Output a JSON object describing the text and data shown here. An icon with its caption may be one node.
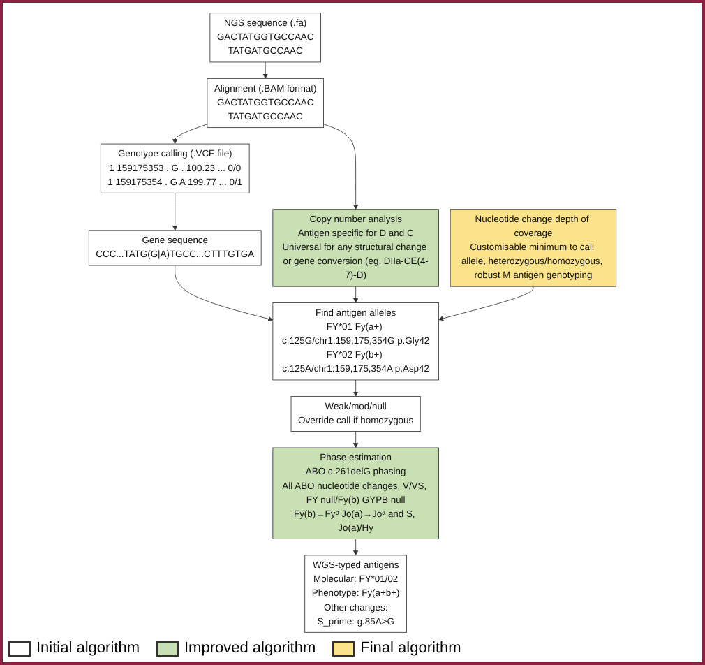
{
  "diagram": {
    "nodes": [
      {
        "text": [
          "NGS sequence (.fa)",
          "GACTATGGTGCCAAC",
          "TATGATGCCAAC"
        ]
      },
      {
        "text": [
          "Alignment (.BAM format)",
          "GACTATGGTGCCAAC",
          "TATGATGCCAAC"
        ]
      },
      {
        "text": [
          "Genotype calling (.VCF file)",
          "1 159175353 . G . 100.23 ... 0/0",
          "1 159175354 . G A 199.77 ... 0/1"
        ]
      },
      {
        "text": [
          "Copy number analysis",
          "Antigen specific for D and C",
          "Universal for any structural change or gene conversion (eg, DIIa-CE(4-7)-D)"
        ]
      },
      {
        "text": [
          "Gene sequence",
          "CCC...TATG(G|A)TGCC...CTTTGTGA"
        ]
      },
      {
        "text": [
          "Find antigen alleles",
          "FY*01 Fy(a+) c.125G/chr1:159,175,354G p.Gly42",
          "FY*02 Fy(b+) c.125A/chr1:159,175,354A p.Asp42"
        ]
      },
      {
        "text": [
          "Nucleotide change depth of coverage",
          "Customisable minimum to call allele, heterozygous/homozygous, robust M antigen genotyping"
        ]
      },
      {
        "text": [
          "Weak/mod/null",
          "Override call if homozygous"
        ]
      },
      {
        "text": [
          "Phase estimation",
          "ABO c.261delG phasing",
          "All ABO nucleotide changes, V/VS, FY null/Fy(b) GYPB null",
          "Fy(b)→Fyᵇ Jo(a)→Joᵃ and S, Jo(a)/Hy"
        ]
      },
      {
        "text": [
          "WGS-typed antigens",
          "Molecular: FY*01/02",
          "Phenotype: Fy(a+b+)",
          "Other changes:",
          "S_prime: g.85A>G"
        ]
      }
    ],
    "edges": [
      {
        "from": 0,
        "to": 1,
        "arrow": "to"
      },
      {
        "from": 1,
        "to": 2,
        "arrow": "to"
      },
      {
        "from": 1,
        "to": 3,
        "arrow": "to"
      },
      {
        "from": 2,
        "to": 4,
        "arrow": "to"
      },
      {
        "from": 4,
        "to": 5,
        "arrow": "to"
      },
      {
        "from": 3,
        "to": 5,
        "arrow": "to"
      },
      {
        "from": 6,
        "to": 5,
        "arrow": "to"
      },
      {
        "from": 5,
        "to": 7,
        "arrow": "to"
      },
      {
        "from": 7,
        "to": 8,
        "arrow": "to"
      },
      {
        "from": 8,
        "to": 9,
        "arrow": "to"
      }
    ],
    "legend": [
      {
        "text": "Initial algorithm",
        "color": "#ffffff"
      },
      {
        "text": "Improved algorithm",
        "color": "#c9e0b4"
      },
      {
        "text": "Final algorithm",
        "color": "#fbe38c"
      }
    ]
  }
}
